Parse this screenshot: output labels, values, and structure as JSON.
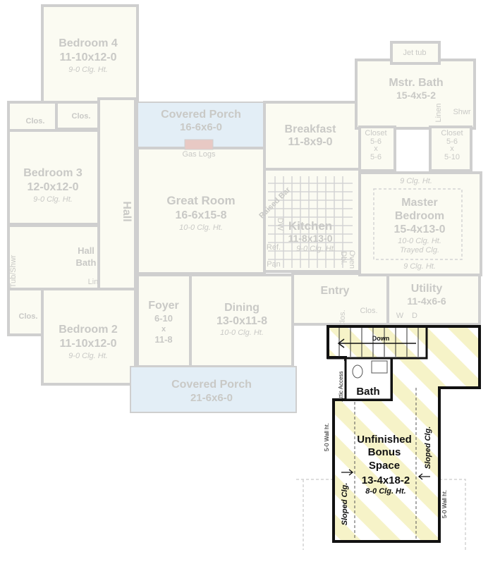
{
  "rooms": {
    "bedroom4": {
      "name": "Bedroom 4",
      "size": "11-10x12-0",
      "ceiling": "9-0 Clg. Ht."
    },
    "bedroom3": {
      "name": "Bedroom 3",
      "size": "12-0x12-0",
      "ceiling": "9-0 Clg. Ht."
    },
    "bedroom2": {
      "name": "Bedroom 2",
      "size": "11-10x12-0",
      "ceiling": "9-0 Clg. Ht."
    },
    "hall": "Hall",
    "hall_bath": {
      "name1": "Hall",
      "name2": "Bath",
      "tub": "Tub/Shwr",
      "lin": "Lin"
    },
    "closets": {
      "c1": "Clos.",
      "c2": "Clos.",
      "c3": "Clos.",
      "c4": "Clos.",
      "c5": "Clos."
    },
    "covered_porch_top": {
      "name": "Covered Porch",
      "size": "16-6x6-0",
      "fireplace": "Gas Logs"
    },
    "great_room": {
      "name": "Great Room",
      "size": "16-6x15-8",
      "ceiling": "10-0 Clg. Ht."
    },
    "foyer": {
      "name": "Foyer",
      "w": "6-10",
      "x": "x",
      "h": "11-8"
    },
    "dining": {
      "name": "Dining",
      "size": "13-0x11-8",
      "ceiling": "10-0 Clg. Ht."
    },
    "covered_porch_bottom": {
      "name": "Covered Porch",
      "size": "21-6x6-0"
    },
    "breakfast": {
      "name": "Breakfast",
      "size": "11-8x9-0"
    },
    "kitchen": {
      "name": "Kitchen",
      "size": "11-8x13-0",
      "ceiling": "9-0 Clg. Ht.",
      "raised_bar": "Raised Bar",
      "dw": "DW",
      "ref": "Ref.",
      "pan": "Pan",
      "oven1": "Dbl.",
      "oven2": "Oven"
    },
    "entry": {
      "name": "Entry"
    },
    "master_bath": {
      "name": "Mstr. Bath",
      "size": "15-4x5-2",
      "tub": "Jet tub",
      "linen": "Linen",
      "shower": "Shwr"
    },
    "closet_left": {
      "name": "Closet",
      "w": "5-6",
      "x": "x",
      "h": "5-6"
    },
    "closet_right": {
      "name": "Closet",
      "w": "5-6",
      "x": "x",
      "h": "5-10"
    },
    "master_bedroom": {
      "name1": "Master",
      "name2": "Bedroom",
      "size": "15-4x13-0",
      "ceiling": "10-0 Clg. Ht.",
      "trayed": "Trayed Clg.",
      "tray_top": "9 Clg. Ht.",
      "tray_bottom": "9 Clg. Ht."
    },
    "utility": {
      "name": "Utility",
      "size": "11-4x6-6",
      "w": "W",
      "d": "D"
    }
  },
  "bonus": {
    "stairs": "Down",
    "bath": "Bath",
    "attic": "Attic Access",
    "name1": "Unfinished",
    "name2": "Bonus",
    "name3": "Space",
    "size": "13-4x18-2",
    "ceiling": "8-0 Clg. Ht.",
    "sloped_left": "Sloped Clg.",
    "sloped_right": "Sloped Clg.",
    "wall_left": "5-0 Wall ht.",
    "wall_right": "5-0 Wall ht."
  },
  "colors": {
    "bonus_fill": "#f6f3c8",
    "porch": "#e3eef6",
    "faded_text": "#c9c9c6",
    "wall": "#cfcfcf"
  }
}
